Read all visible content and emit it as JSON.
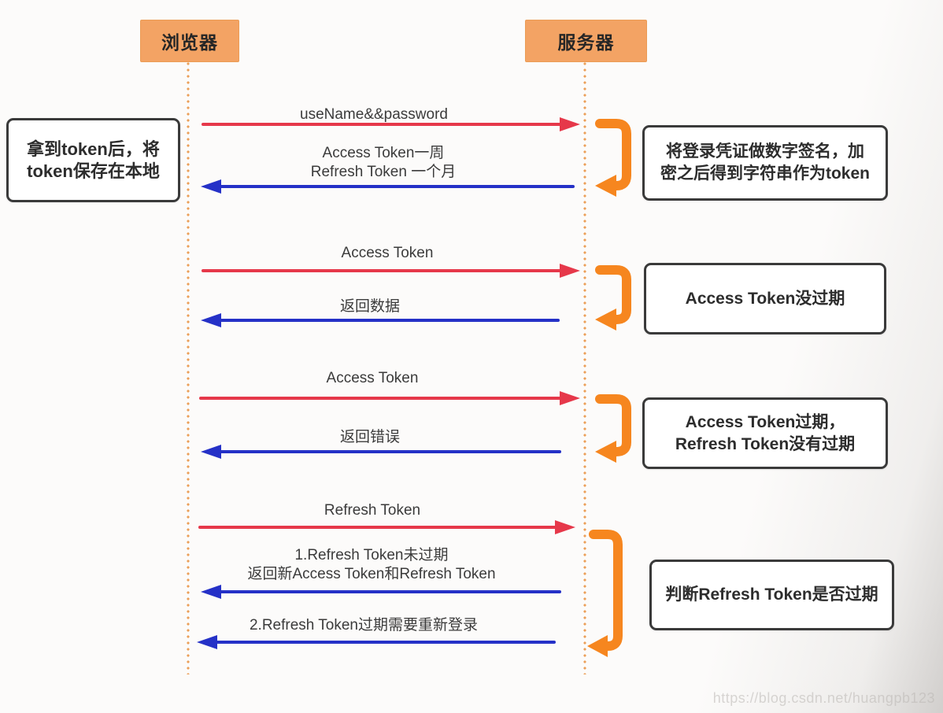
{
  "actors": {
    "browser": "浏览器",
    "server": "服务器"
  },
  "notes": {
    "browser_note_line1": "拿到token后，将",
    "browser_note_line2": "token保存在本地",
    "server_note1_line1": "将登录凭证做数字签名，加",
    "server_note1_line2": "密之后得到字符串作为token",
    "server_note2": "Access Token没过期",
    "server_note3_line1": "Access Token过期，",
    "server_note3_line2": "Refresh Token没有过期",
    "server_note4": "判断Refresh Token是否过期"
  },
  "messages": {
    "m1": "useName&&password",
    "m2_line1": "Access Token一周",
    "m2_line2": "Refresh Token 一个月",
    "m3": "Access Token",
    "m4": "返回数据",
    "m5": "Access Token",
    "m6": "返回错误",
    "m7": "Refresh Token",
    "m8_line1": "1.Refresh Token未过期",
    "m8_line2": "返回新Access Token和Refresh Token",
    "m9": "2.Refresh Token过期需要重新登录"
  },
  "watermark": "https://blog.csdn.net/huangpb123",
  "colors": {
    "request_arrow": "#e6384a",
    "response_arrow": "#2531c7",
    "process_loop": "#f6861f",
    "actor_fill": "#f3a364"
  }
}
